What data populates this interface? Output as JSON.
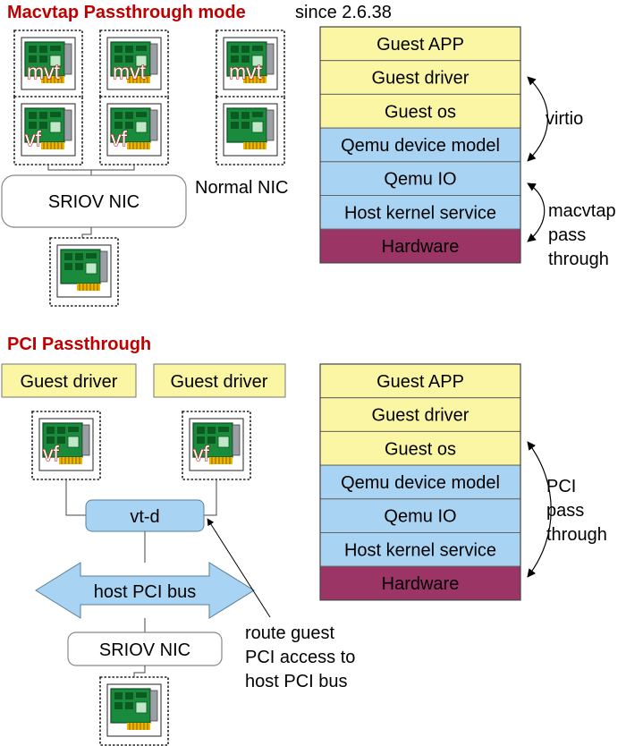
{
  "sections": {
    "macvtap": {
      "title": "Macvtap Passthrough mode",
      "since": "since 2.6.38",
      "mvt_label": "mvt",
      "vf_label": "vf",
      "sriov_nic": "SRIOV NIC",
      "normal_nic": "Normal NIC",
      "stack": [
        "Guest APP",
        "Guest driver",
        "Guest os",
        "Qemu device model",
        "Qemu IO",
        "Host kernel service",
        "Hardware"
      ],
      "virtio": "virtio",
      "macvtap_side": [
        "macvtap",
        "pass",
        "through"
      ]
    },
    "pci": {
      "title": "PCI Passthrough",
      "guest_driver": "Guest driver",
      "vf_label": "vf",
      "vtd": "vt-d",
      "host_pci_bus": "host PCI bus",
      "sriov_nic": "SRIOV NIC",
      "route_note": [
        "route guest",
        "PCI access to",
        "host PCI bus"
      ],
      "stack": [
        "Guest APP",
        "Guest driver",
        "Guest os",
        "Qemu device model",
        "Qemu IO",
        "Host kernel service",
        "Hardware"
      ],
      "pci_side": [
        "PCI",
        "pass",
        "through"
      ]
    }
  },
  "colors": {
    "guest_layer": "#fbf6a4",
    "host_layer": "#a8d3f2",
    "hardware_layer": "#9b3565",
    "title": "#c00000",
    "board": "#1a8a3c",
    "bus": "#a8d3f2"
  },
  "icons": [
    "nic-card-icon"
  ]
}
